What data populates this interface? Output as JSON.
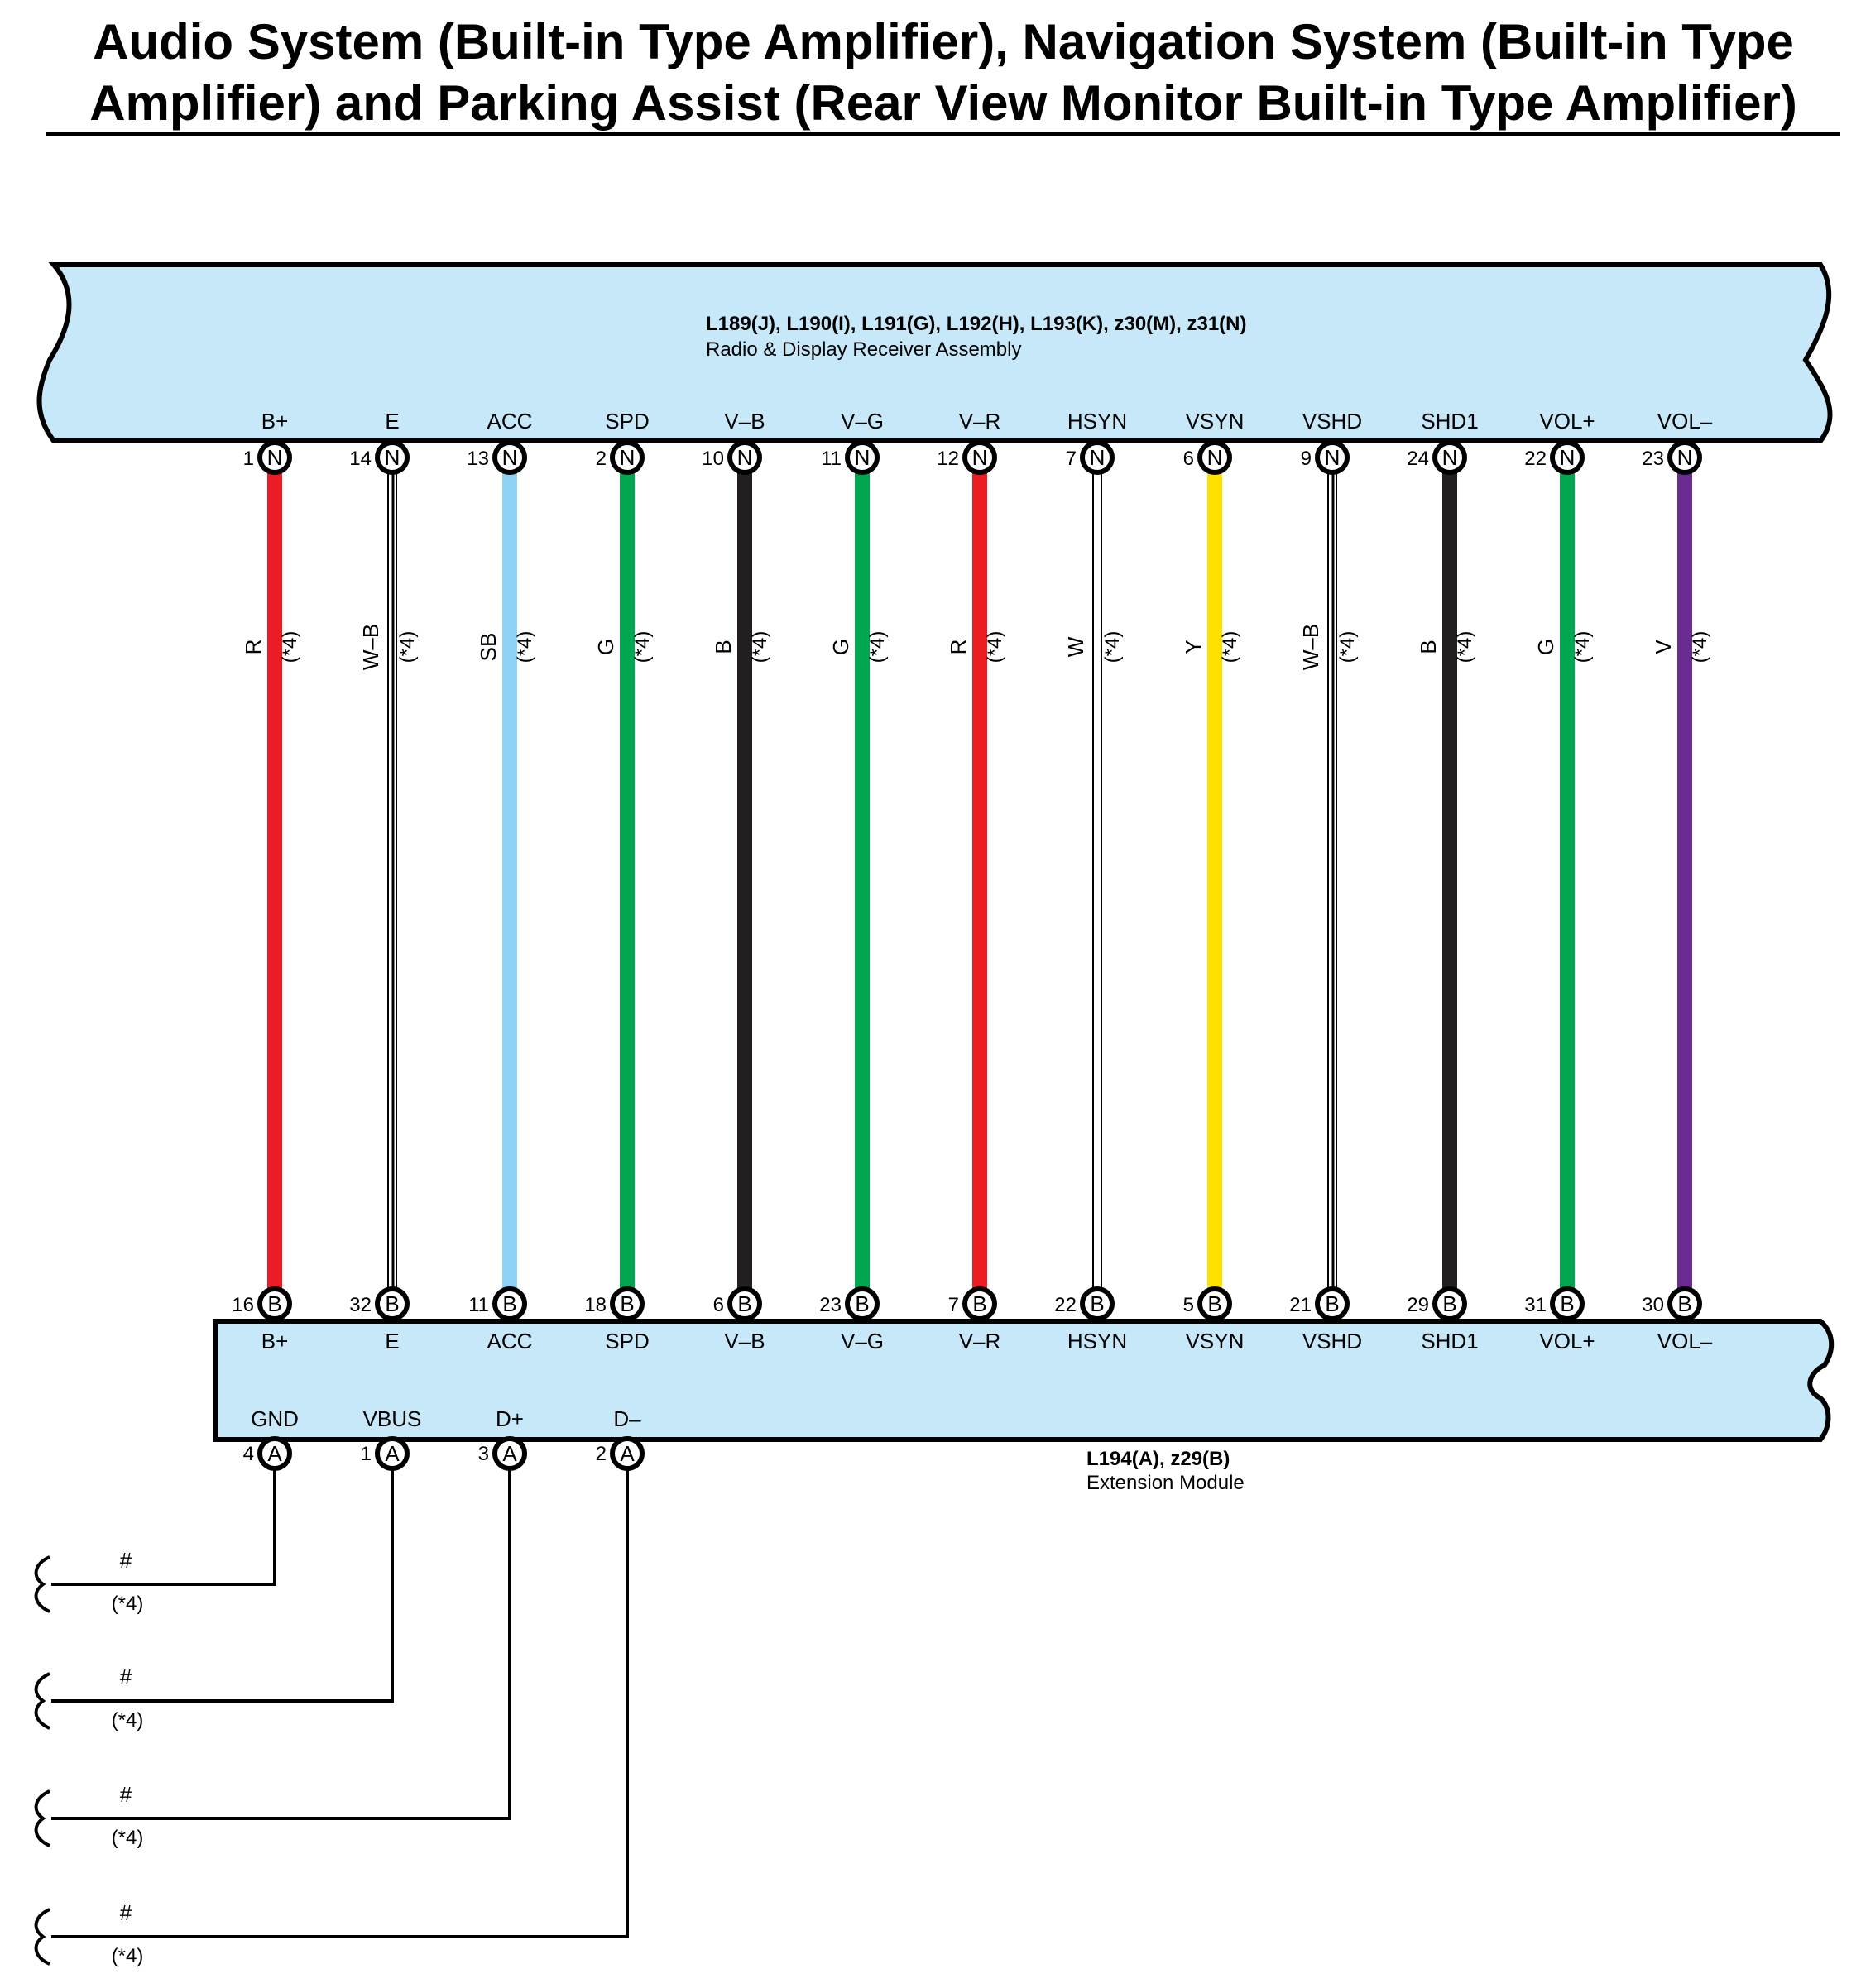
{
  "title": {
    "line1": "Audio System (Built-in Type Amplifier), Navigation System (Built-in Type",
    "line2": "Amplifier) and Parking Assist (Rear View Monitor Built-in Type Amplifier)"
  },
  "top_component": {
    "connectors": "L189(J), L190(I), L191(G), L192(H), L193(K), z30(M), z31(N)",
    "name": "Radio & Display Receiver Assembly"
  },
  "bottom_component": {
    "connectors": "L194(A), z29(B)",
    "name": "Extension Module"
  },
  "colors": {
    "R": "#ec1c24",
    "SB": "#8ed3f5",
    "G": "#00a650",
    "B": "#231f20",
    "Y": "#ffe100",
    "V": "#6a2c91",
    "component_fill": "#c7e8f8"
  },
  "wires": [
    {
      "top_terminal": "B+",
      "top_pin": "1",
      "top_conn": "N",
      "color_code": "R",
      "note": "(*4)",
      "bottom_pin": "16",
      "bottom_conn": "B",
      "bottom_terminal": "B+"
    },
    {
      "top_terminal": "E",
      "top_pin": "14",
      "top_conn": "N",
      "color_code": "W–B",
      "note": "(*4)",
      "bottom_pin": "32",
      "bottom_conn": "B",
      "bottom_terminal": "E"
    },
    {
      "top_terminal": "ACC",
      "top_pin": "13",
      "top_conn": "N",
      "color_code": "SB",
      "note": "(*4)",
      "bottom_pin": "11",
      "bottom_conn": "B",
      "bottom_terminal": "ACC"
    },
    {
      "top_terminal": "SPD",
      "top_pin": "2",
      "top_conn": "N",
      "color_code": "G",
      "note": "(*4)",
      "bottom_pin": "18",
      "bottom_conn": "B",
      "bottom_terminal": "SPD"
    },
    {
      "top_terminal": "V–B",
      "top_pin": "10",
      "top_conn": "N",
      "color_code": "B",
      "note": "(*4)",
      "bottom_pin": "6",
      "bottom_conn": "B",
      "bottom_terminal": "V–B"
    },
    {
      "top_terminal": "V–G",
      "top_pin": "11",
      "top_conn": "N",
      "color_code": "G",
      "note": "(*4)",
      "bottom_pin": "23",
      "bottom_conn": "B",
      "bottom_terminal": "V–G"
    },
    {
      "top_terminal": "V–R",
      "top_pin": "12",
      "top_conn": "N",
      "color_code": "R",
      "note": "(*4)",
      "bottom_pin": "7",
      "bottom_conn": "B",
      "bottom_terminal": "V–R"
    },
    {
      "top_terminal": "HSYN",
      "top_pin": "7",
      "top_conn": "N",
      "color_code": "W",
      "note": "(*4)",
      "bottom_pin": "22",
      "bottom_conn": "B",
      "bottom_terminal": "HSYN"
    },
    {
      "top_terminal": "VSYN",
      "top_pin": "6",
      "top_conn": "N",
      "color_code": "Y",
      "note": "(*4)",
      "bottom_pin": "5",
      "bottom_conn": "B",
      "bottom_terminal": "VSYN"
    },
    {
      "top_terminal": "VSHD",
      "top_pin": "9",
      "top_conn": "N",
      "color_code": "W–B",
      "note": "(*4)",
      "bottom_pin": "21",
      "bottom_conn": "B",
      "bottom_terminal": "VSHD"
    },
    {
      "top_terminal": "SHD1",
      "top_pin": "24",
      "top_conn": "N",
      "color_code": "B",
      "note": "(*4)",
      "bottom_pin": "29",
      "bottom_conn": "B",
      "bottom_terminal": "SHD1"
    },
    {
      "top_terminal": "VOL+",
      "top_pin": "22",
      "top_conn": "N",
      "color_code": "G",
      "note": "(*4)",
      "bottom_pin": "31",
      "bottom_conn": "B",
      "bottom_terminal": "VOL+"
    },
    {
      "top_terminal": "VOL–",
      "top_pin": "23",
      "top_conn": "N",
      "color_code": "V",
      "note": "(*4)",
      "bottom_pin": "30",
      "bottom_conn": "B",
      "bottom_terminal": "VOL–"
    }
  ],
  "lower_wires": [
    {
      "terminal": "GND",
      "pin": "4",
      "conn": "A",
      "color_code": "#",
      "note": "(*4)"
    },
    {
      "terminal": "VBUS",
      "pin": "1",
      "conn": "A",
      "color_code": "#",
      "note": "(*4)"
    },
    {
      "terminal": "D+",
      "pin": "3",
      "conn": "A",
      "color_code": "#",
      "note": "(*4)"
    },
    {
      "terminal": "D–",
      "pin": "2",
      "conn": "A",
      "color_code": "#",
      "note": "(*4)"
    }
  ]
}
